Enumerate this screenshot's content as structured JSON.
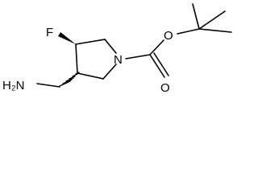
{
  "structure": {
    "atoms": {
      "fluorine": "F",
      "amine": "H₂N",
      "ring_nitrogen": "N",
      "carbonyl_oxygen": "O",
      "ester_oxygen": "O"
    }
  },
  "colors": {
    "bond": "#000000",
    "background": "#ffffff"
  }
}
